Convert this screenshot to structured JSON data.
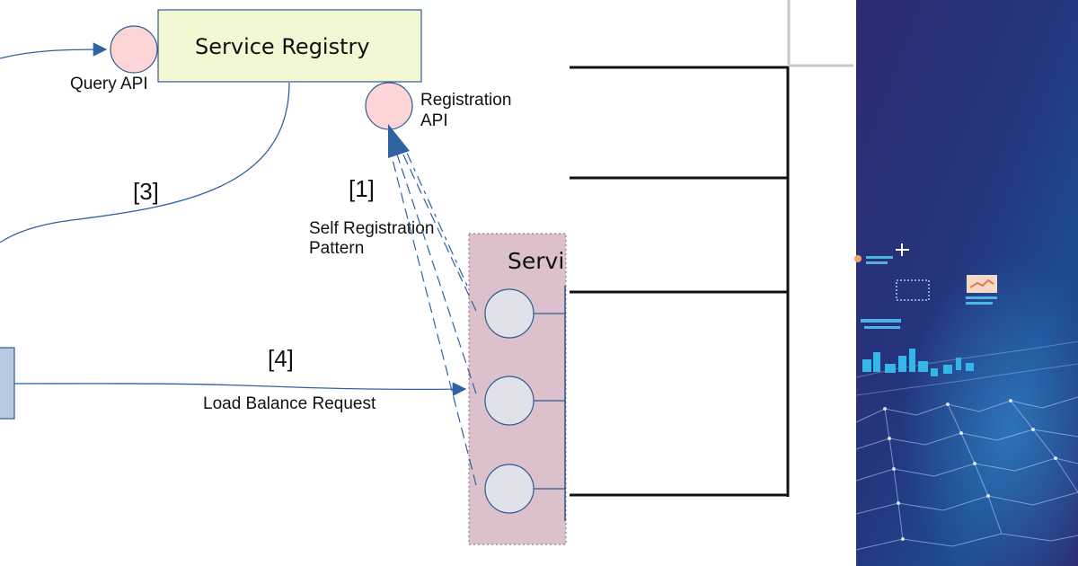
{
  "diagram": {
    "registry_title": "Service Registry",
    "query_api_label": "Query API",
    "registration_api_label_line1": "Registration",
    "registration_api_label_line2": "API",
    "step1_label": "[1]",
    "step3_label": "[3]",
    "step4_label": "[4]",
    "self_registration_line1": "Self Registration",
    "self_registration_line2": "Pattern",
    "load_balance_label": "Load Balance Request",
    "service_group_title": "Servi"
  },
  "colors": {
    "registry_fill": "#f4f7d4",
    "registry_stroke": "#2f5a8f",
    "api_circle_fill": "#fdd5d7",
    "service_group_fill": "#dcc0cb",
    "instance_fill": "#e1e1ea",
    "arrow_color": "#2f62a0",
    "client_box_fill": "#b9c9df"
  },
  "banner": {
    "image": "abstract-tech-network-graphic",
    "colors": [
      "#2b2a72",
      "#1d3e86",
      "#35b6e8"
    ]
  }
}
